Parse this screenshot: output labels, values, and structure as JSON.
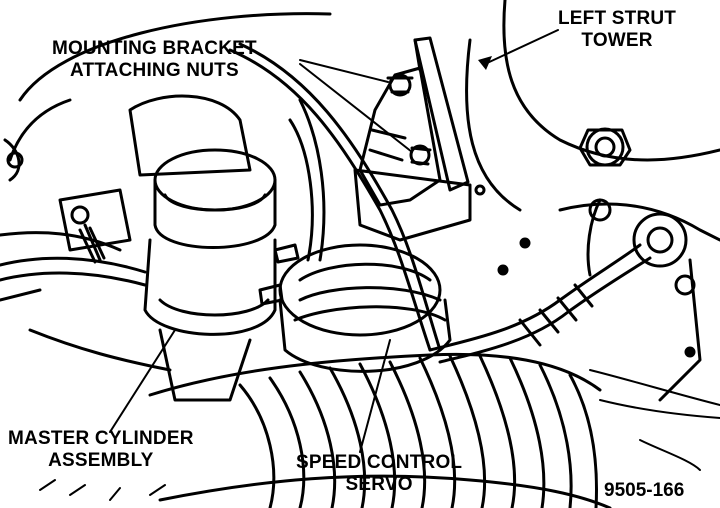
{
  "labels": {
    "mounting_bracket": {
      "line1": "MOUNTING BRACKET",
      "line2": "ATTACHING NUTS"
    },
    "left_strut": {
      "line1": "LEFT STRUT",
      "line2": "TOWER"
    },
    "master_cylinder": {
      "line1": "MASTER CYLINDER",
      "line2": "ASSEMBLY"
    },
    "speed_control": {
      "line1": "SPEED CONTROL",
      "line2": "SERVO"
    }
  },
  "figure_number": "9505-166",
  "colors": {
    "ink": "#000000",
    "paper": "#ffffff"
  }
}
